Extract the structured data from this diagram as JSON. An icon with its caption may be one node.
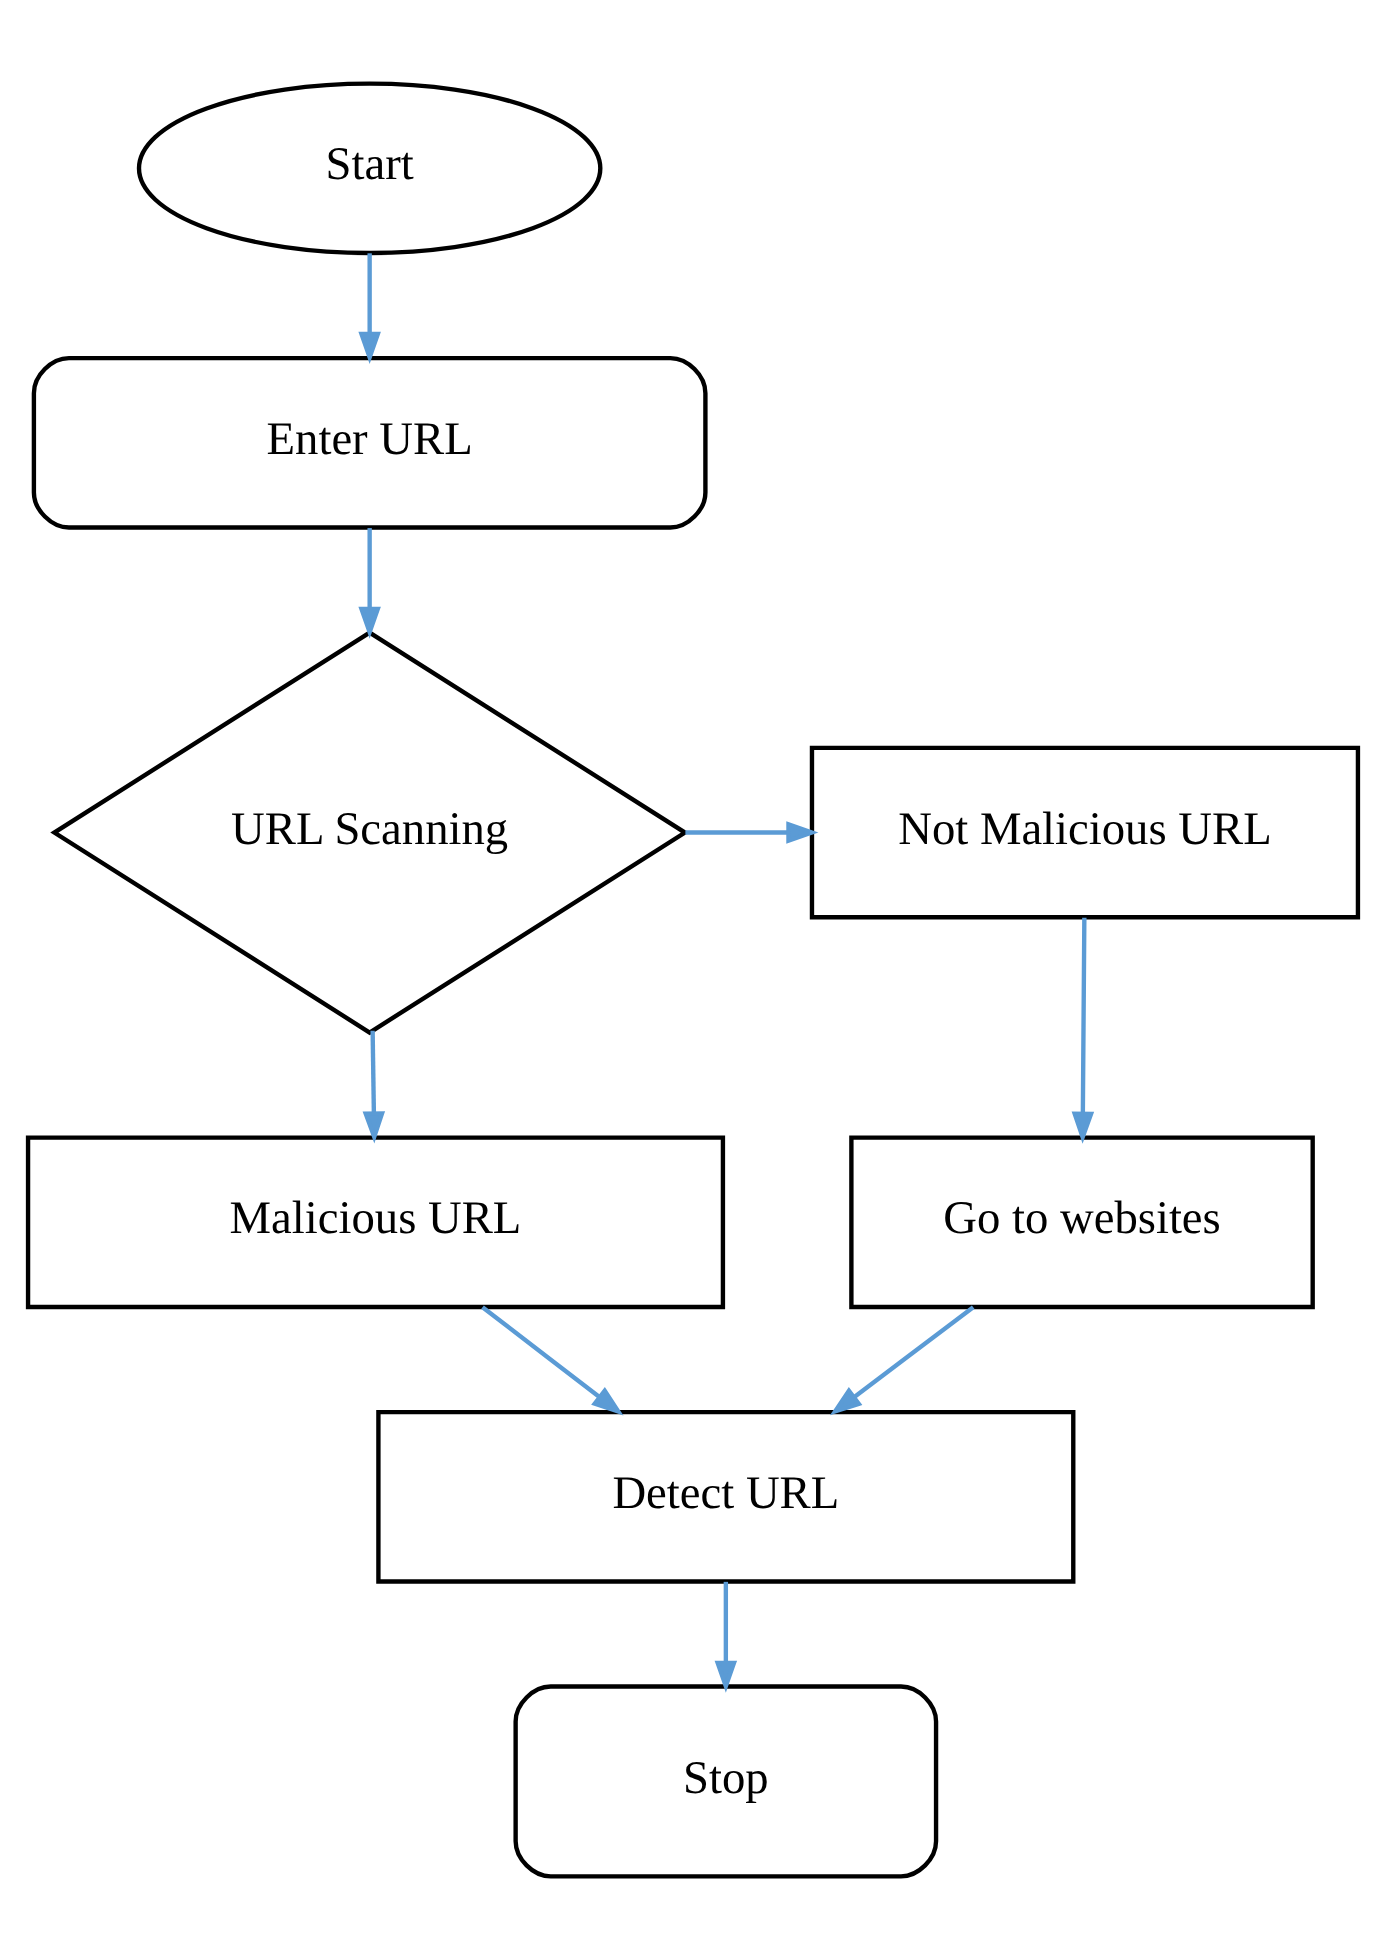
{
  "diagram": {
    "nodes": [
      {
        "text": [
          "Start"
        ]
      },
      {
        "text": [
          "Enter URL"
        ]
      },
      {
        "text": [
          "URL Scanning"
        ]
      },
      {
        "text": [
          "Not Malicious URL"
        ]
      },
      {
        "text": [
          "Malicious URL"
        ]
      },
      {
        "text": [
          "Go to websites"
        ]
      },
      {
        "text": [
          "Detect URL"
        ]
      },
      {
        "text": [
          "Stop"
        ]
      }
    ],
    "edges": [
      {
        "from": 0,
        "to": 1,
        "arrow": "to"
      },
      {
        "from": 1,
        "to": 2,
        "arrow": "to"
      },
      {
        "from": 2,
        "to": 3,
        "arrow": "to"
      },
      {
        "from": 2,
        "to": 4,
        "arrow": "to"
      },
      {
        "from": 3,
        "to": 5,
        "arrow": "to"
      },
      {
        "from": 4,
        "to": 6,
        "arrow": "to"
      },
      {
        "from": 5,
        "to": 6,
        "arrow": "to"
      },
      {
        "from": 6,
        "to": 7,
        "arrow": "to"
      }
    ]
  }
}
